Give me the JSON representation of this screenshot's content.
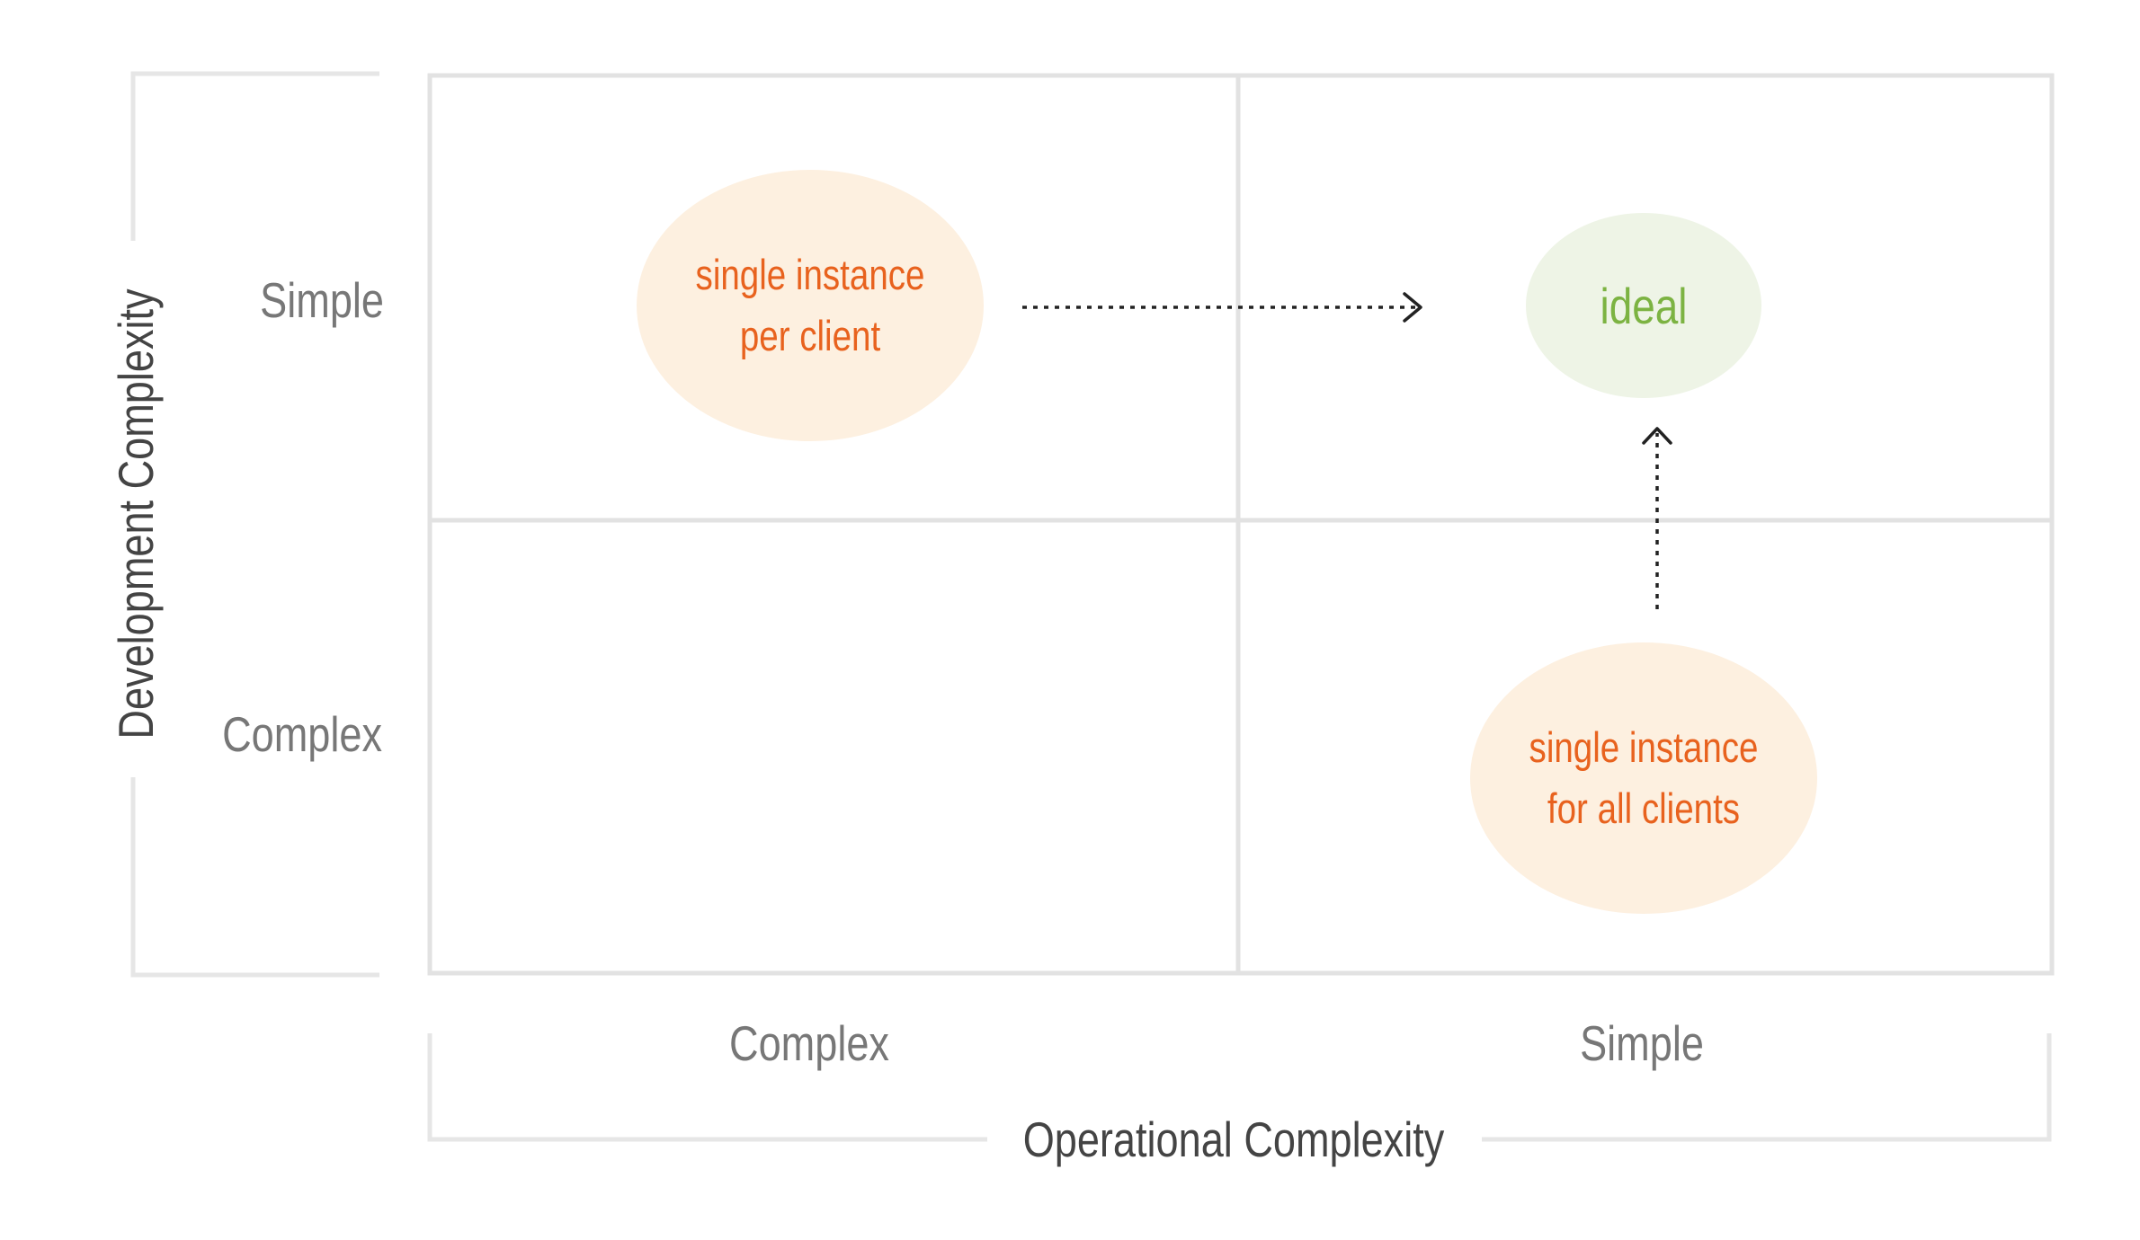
{
  "axes": {
    "y_title": "Development Complexity",
    "y_ticks": [
      "Simple",
      "Complex"
    ],
    "x_title": "Operational Complexity",
    "x_ticks": [
      "Complex",
      "Simple"
    ]
  },
  "quadrant_items": {
    "single_instance_per_client": {
      "line1": "single instance",
      "line2": "per client"
    },
    "ideal": {
      "label": "ideal"
    },
    "single_instance_for_all_clients": {
      "line1": "single instance",
      "line2": "for all clients"
    }
  },
  "colors": {
    "orange_text": "#e8621e",
    "orange_fill": "#fdf0e0",
    "green_text": "#7cb342",
    "green_fill": "#eef4e6",
    "axis_text": "#777777",
    "title_text": "#444444",
    "grid_line": "#e2e2e2"
  }
}
